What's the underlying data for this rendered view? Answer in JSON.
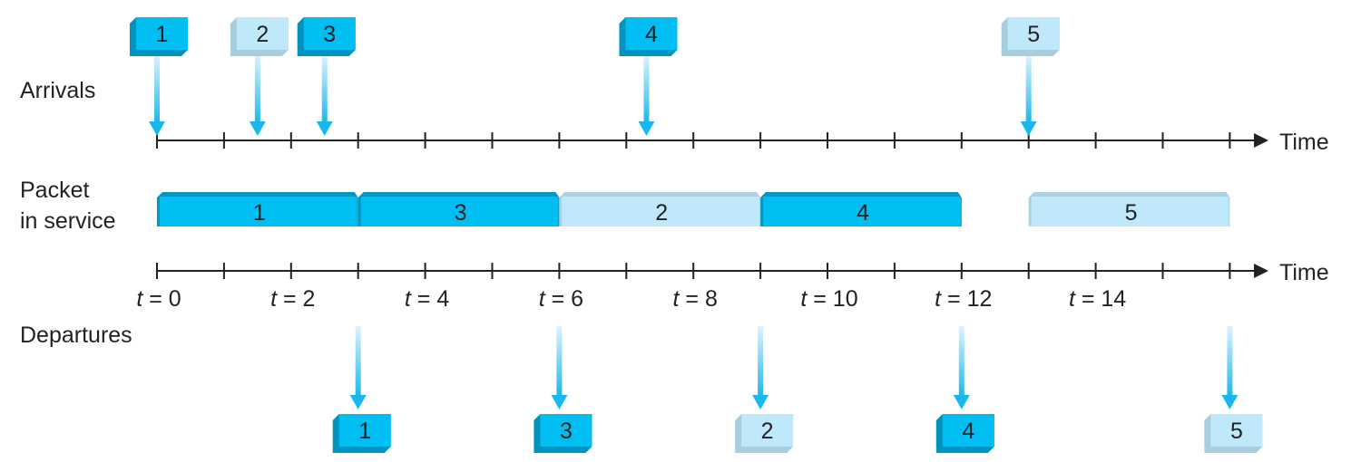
{
  "labels": {
    "arrivals": "Arrivals",
    "service_line1": "Packet",
    "service_line2": "in service",
    "departures": "Departures",
    "time_axis": "Time"
  },
  "time_labels": [
    "t = 0",
    "t = 2",
    "t = 4",
    "t = 6",
    "t = 8",
    "t = 10",
    "t = 12",
    "t = 14"
  ],
  "time_label_values": [
    0,
    2,
    4,
    6,
    8,
    10,
    12,
    14
  ],
  "tick_range": [
    0,
    16
  ],
  "colors": {
    "dark_packet": "#00bdf2",
    "light_packet": "#bfe9fb",
    "arrow": "#1ab7ee",
    "axis": "#222222"
  },
  "arrivals": [
    {
      "packet": "1",
      "time": 0.0,
      "style": "dark"
    },
    {
      "packet": "2",
      "time": 1.5,
      "style": "light"
    },
    {
      "packet": "3",
      "time": 2.5,
      "style": "dark"
    },
    {
      "packet": "4",
      "time": 7.3,
      "style": "dark"
    },
    {
      "packet": "5",
      "time": 13.0,
      "style": "light"
    }
  ],
  "service": [
    {
      "packet": "1",
      "start": 0,
      "end": 3,
      "style": "dark"
    },
    {
      "packet": "3",
      "start": 3,
      "end": 6,
      "style": "dark"
    },
    {
      "packet": "2",
      "start": 6,
      "end": 9,
      "style": "light"
    },
    {
      "packet": "4",
      "start": 9,
      "end": 12,
      "style": "dark"
    },
    {
      "packet": "5",
      "start": 13,
      "end": 16,
      "style": "light"
    }
  ],
  "departures": [
    {
      "packet": "1",
      "time": 3,
      "style": "dark"
    },
    {
      "packet": "3",
      "time": 6,
      "style": "dark"
    },
    {
      "packet": "2",
      "time": 9,
      "style": "light"
    },
    {
      "packet": "4",
      "time": 12,
      "style": "dark"
    },
    {
      "packet": "5",
      "time": 16,
      "style": "light"
    }
  ]
}
